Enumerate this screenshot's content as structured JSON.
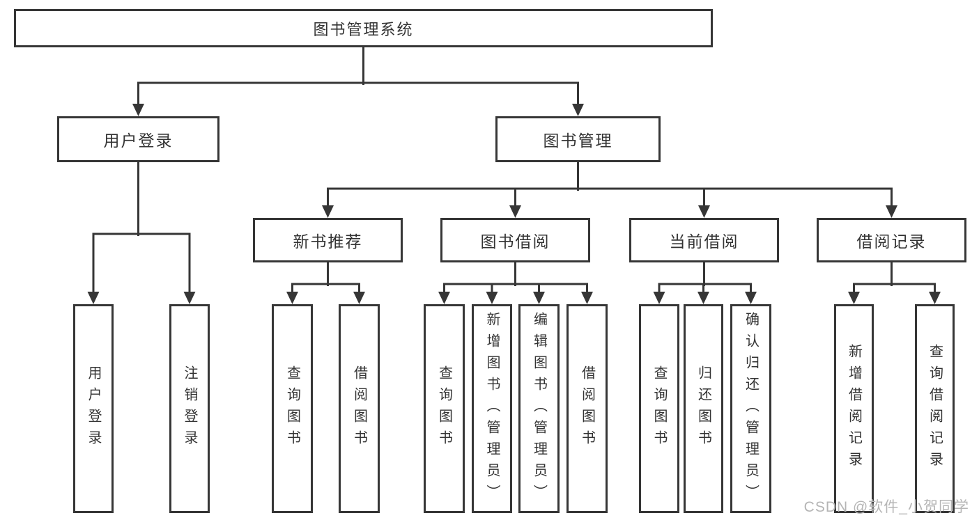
{
  "tree": {
    "label": "图书管理系统",
    "children": [
      {
        "label": "用户登录",
        "children": [
          {
            "label": "用户登录"
          },
          {
            "label": "注销登录"
          }
        ]
      },
      {
        "label": "图书管理",
        "children": [
          {
            "label": "新书推荐",
            "children": [
              {
                "label": "查询图书"
              },
              {
                "label": "借阅图书"
              }
            ]
          },
          {
            "label": "图书借阅",
            "children": [
              {
                "label": "查询图书"
              },
              {
                "label": "新增图书（管理员）"
              },
              {
                "label": "编辑图书（管理员）"
              },
              {
                "label": "借阅图书"
              }
            ]
          },
          {
            "label": "当前借阅",
            "children": [
              {
                "label": "查询图书"
              },
              {
                "label": "归还图书"
              },
              {
                "label": "确认归还（管理员）"
              }
            ]
          },
          {
            "label": "借阅记录",
            "children": [
              {
                "label": "新增借阅记录"
              },
              {
                "label": "查询借阅记录"
              }
            ]
          }
        ]
      }
    ]
  },
  "watermark": {
    "text": "CSDN @软件_小贺同学"
  },
  "colors": {
    "line": "#363636",
    "box_border": "#363636",
    "box_background": "#ffffff",
    "text": "#333333",
    "watermark": "#b5b5b5",
    "background": "#ffffff"
  }
}
